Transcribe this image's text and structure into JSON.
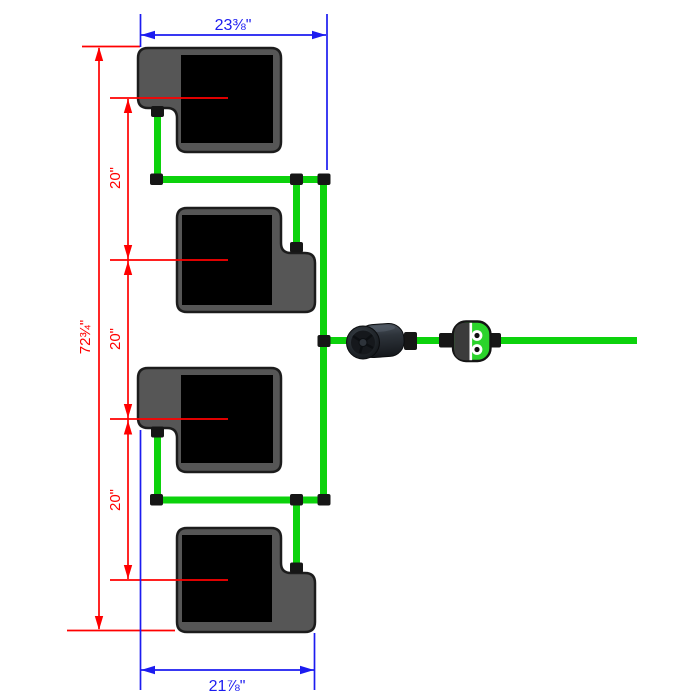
{
  "drawing": {
    "dimensions": {
      "top_width": "23⅜\"",
      "bottom_width": "21⅞\"",
      "total_height": "72¾\"",
      "spacing_1": "20\"",
      "spacing_2": "20\"",
      "spacing_3": "20\""
    },
    "components": {
      "reservoir_count": 4,
      "reservoir_icon": "bucket-with-lid-top-view",
      "pump_icon": "inline-water-pump",
      "valve_icon": "dual-port-green-valve",
      "tubing_icon": "green-tubing-run",
      "fitting_icon": "black-tube-fitting"
    },
    "colors": {
      "background": "#ffffff",
      "tubing_green": "#0cd20c",
      "dimension_red": "#ff0000",
      "dimension_blue": "#1c1cf0",
      "bucket_gray": "#565656",
      "bucket_outline": "#1c1c1c",
      "lid_black": "#000000",
      "fitting_black": "#161616",
      "valve_green": "#2bd42b",
      "valve_dark": "#3b3b3b",
      "pump_dark": "#1a1e23"
    }
  }
}
